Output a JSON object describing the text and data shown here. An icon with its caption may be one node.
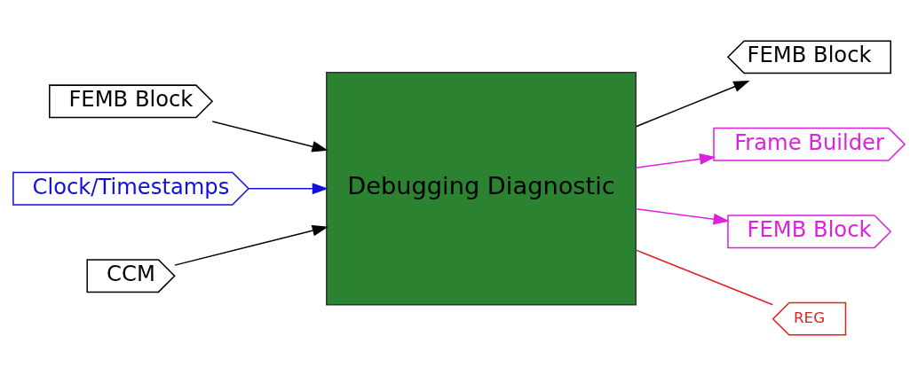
{
  "diagram": {
    "nodes": [
      {
        "text": [
          "Debugging Diagnostic"
        ]
      },
      {
        "text": [
          "FEMB Block"
        ]
      },
      {
        "text": [
          "FEMB Block"
        ]
      },
      {
        "text": [
          "Clock/Timestamps"
        ]
      },
      {
        "text": [
          "CCM"
        ]
      },
      {
        "text": [
          "Frame Builder"
        ]
      },
      {
        "text": [
          "FEMB Block"
        ]
      },
      {
        "text": [
          "REG"
        ]
      }
    ],
    "edges": [
      {
        "from": 0,
        "to": 1,
        "arrow": "to"
      },
      {
        "from": 2,
        "to": 0,
        "arrow": "to"
      },
      {
        "from": 3,
        "to": 0,
        "arrow": "to",
        "color": "#1010dd"
      },
      {
        "from": 4,
        "to": 0,
        "arrow": "to"
      },
      {
        "from": 0,
        "to": 5,
        "arrow": "to",
        "color": "#dd22dd"
      },
      {
        "from": 0,
        "to": 6,
        "arrow": "to",
        "color": "#dd22dd"
      },
      {
        "from": 0,
        "to": 7,
        "arrow": "none",
        "color": "#dd2222"
      }
    ]
  }
}
